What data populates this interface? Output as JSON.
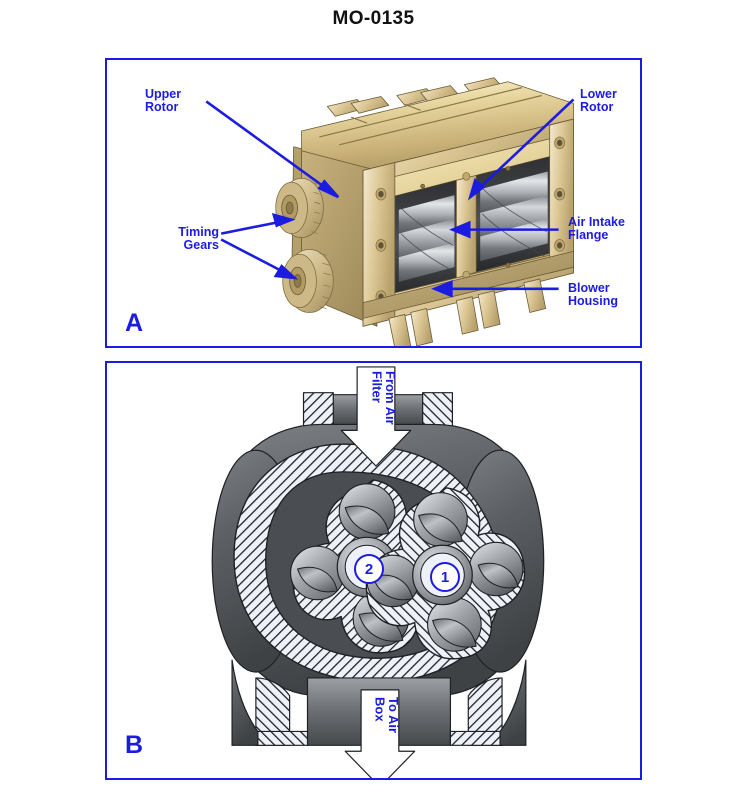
{
  "figure": {
    "title": "MO-0135"
  },
  "panel_a": {
    "letter": "A",
    "subject": "roots-blower-cutaway-isometric",
    "callouts": [
      {
        "id": "upper-rotor",
        "label": "Upper\nRotor"
      },
      {
        "id": "lower-rotor",
        "label": "Lower\nRotor"
      },
      {
        "id": "timing-gears",
        "label": "Timing\nGears"
      },
      {
        "id": "air-intake-flange",
        "label": "Air Intake\nFlange"
      },
      {
        "id": "blower-housing",
        "label": "Blower\nHousing"
      }
    ]
  },
  "panel_b": {
    "letter": "B",
    "subject": "blower-cross-section",
    "flow_in": "From Air\nFilter",
    "flow_out": "To Air\nBox",
    "rotor_markers": [
      {
        "id": "rotor-marker-2",
        "label": "2"
      },
      {
        "id": "rotor-marker-1",
        "label": "1"
      }
    ]
  },
  "colors": {
    "accent_blue": "#1c1ce0",
    "title_black": "#111111",
    "housing_gold": "#d9c48a",
    "metal_gray": "#8f9296",
    "hatch_light": "#e8edf5",
    "page_background": "#ffffff"
  }
}
